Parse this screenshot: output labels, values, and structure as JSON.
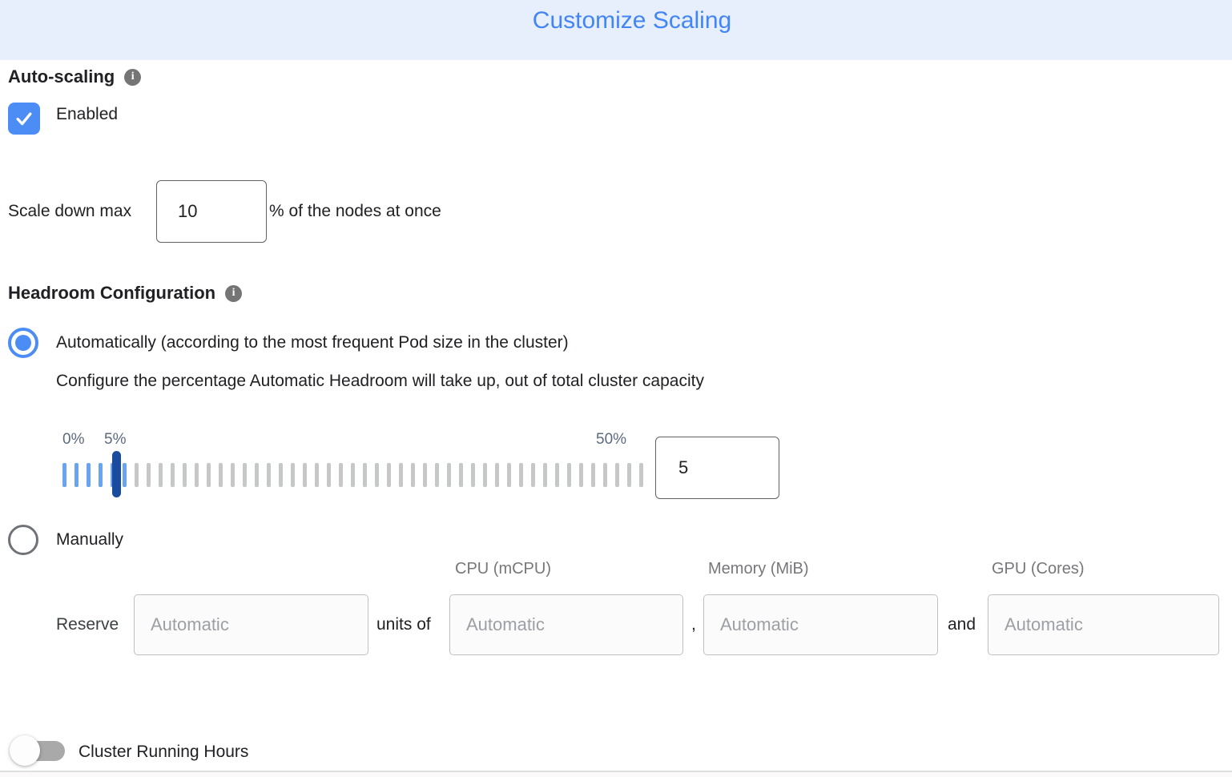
{
  "header": {
    "title": "Customize Scaling"
  },
  "auto_scaling": {
    "label": "Auto-scaling",
    "enabled_label": "Enabled",
    "checkbox_checked": true
  },
  "scale_down": {
    "prefix": "Scale down max",
    "value": "10",
    "suffix": "% of the nodes at once"
  },
  "headroom": {
    "label": "Headroom Configuration",
    "auto_option_label": "Automatically (according to the most frequent Pod size in the cluster)",
    "auto_option_selected": true,
    "auto_description": "Configure the percentage Automatic Headroom will take up, out of total cluster capacity",
    "manual_option_label": "Manually",
    "manual_option_selected": false,
    "slider": {
      "min_label": "0%",
      "current_label": "5%",
      "max_label": "50%",
      "value": "5",
      "tick_count": 49,
      "filled_ticks": 6,
      "range_min": 0,
      "range_max": 50
    }
  },
  "manual_reserve": {
    "columns": [
      "CPU (mCPU)",
      "Memory (MiB)",
      "GPU (Cores)"
    ],
    "reserve_label": "Reserve",
    "units_of_label": "units of",
    "comma_separator": ",",
    "and_label": "and",
    "count_placeholder": "Automatic",
    "cpu_placeholder": "Automatic",
    "memory_placeholder": "Automatic",
    "gpu_placeholder": "Automatic"
  },
  "cluster_running_hours": {
    "label": "Cluster Running Hours",
    "toggle_on": false
  },
  "icons": {
    "info": "i"
  },
  "colors": {
    "header_bg": "#E8EFFC",
    "title_blue": "#4285F4",
    "control_blue": "#4C8DF5",
    "tick_blue": "#68A4F1",
    "tick_gray": "#C5C7C9",
    "thumb_navy": "#1B4B9E",
    "slider_label_gray_blue": "#5C6A80",
    "muted_gray": "#76777A"
  }
}
